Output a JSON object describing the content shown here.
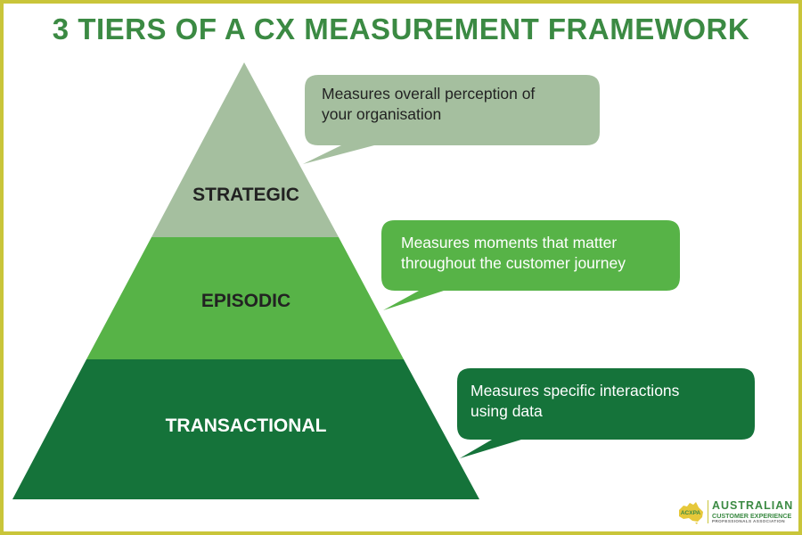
{
  "title": "3 TIERS OF A CX MEASUREMENT FRAMEWORK",
  "tiers": [
    {
      "label": "STRATEGIC",
      "color": "#a5bf9f",
      "text_color": "#222222"
    },
    {
      "label": "EPISODIC",
      "color": "#57b347",
      "text_color": "#222222"
    },
    {
      "label": "TRANSACTIONAL",
      "color": "#15733a",
      "text_color": "#ffffff"
    }
  ],
  "callouts": [
    {
      "lines": [
        "Measures overall perception of",
        "your organisation"
      ],
      "color": "#a5bf9f",
      "text_color": "#222222"
    },
    {
      "lines": [
        "Measures moments that matter",
        "throughout the customer journey"
      ],
      "color": "#57b347",
      "text_color": "#ffffff"
    },
    {
      "lines": [
        "Measures specific interactions",
        "using data"
      ],
      "color": "#15733a",
      "text_color": "#ffffff"
    }
  ],
  "logo": {
    "badge": "ACXPA",
    "line1": "AUSTRALIAN",
    "line2": "CUSTOMER EXPERIENCE",
    "line3": "PROFESSIONALS ASSOCIATION"
  },
  "colors": {
    "frame": "#c9c53a",
    "title": "#3b8a43"
  }
}
